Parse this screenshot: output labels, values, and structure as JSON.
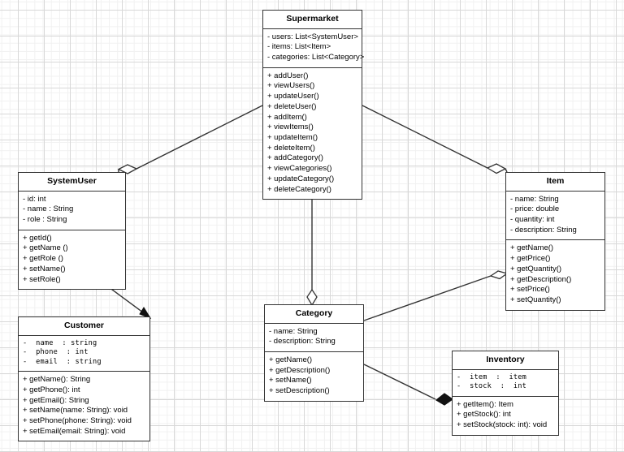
{
  "diagram": {
    "type": "uml-class-diagram",
    "title": "Supermarket System UML Class Diagram",
    "background": "#ffffff",
    "grid_color_major": "#d8d8d8",
    "grid_color_minor": "#f1f1f1",
    "stroke_color": "#333333"
  },
  "classes": {
    "supermarket": {
      "name": "Supermarket",
      "attributes": [
        "- users: List<SystemUser>",
        "- items: List<Item>",
        "- categories: List<Category>"
      ],
      "methods": [
        "+ addUser()",
        "+ viewUsers()",
        "+ updateUser()",
        "+ deleteUser()",
        "+ addItem()",
        "+ viewItems()",
        "+ updateItem()",
        "+ deleteItem()",
        "+ addCategory()",
        "+ viewCategories()",
        "+ updateCategory()",
        "+ deleteCategory()"
      ]
    },
    "systemuser": {
      "name": "SystemUser",
      "attributes": [
        "- id: int",
        "- name : String",
        "- role : String"
      ],
      "methods": [
        "+ getId()",
        "+ getName ()",
        "+ getRole ()",
        "+ setName()",
        "+ setRole()"
      ]
    },
    "item": {
      "name": "Item",
      "attributes": [
        "- name: String",
        "- price: double",
        "- quantity: int",
        "- description: String"
      ],
      "methods": [
        "+ getName()",
        "+ getPrice()",
        "+ getQuantity()",
        "+ getDescription()",
        "+ setPrice()",
        "+ setQuantity()"
      ]
    },
    "category": {
      "name": "Category",
      "attributes": [
        "- name: String",
        "- description: String"
      ],
      "methods": [
        "+ getName()",
        "+ getDescription()",
        "+ setName()",
        "+ setDescription()"
      ]
    },
    "customer": {
      "name": "Customer",
      "attributes": [
        "-  name  : string",
        "-  phone  : int",
        "-  email  : string"
      ],
      "methods": [
        "+ getName(): String",
        "+ getPhone(): int",
        "+ getEmail(): String",
        "+ setName(name: String): void",
        "+ setPhone(phone: String): void",
        "+ setEmail(email: String): void"
      ]
    },
    "inventory": {
      "name": "Inventory",
      "attributes": [
        "-  item  :  item",
        "-  stock  :  int"
      ],
      "methods": [
        "+ getItem(): Item",
        "+ getStock(): int",
        "+ setStock(stock: int): void"
      ]
    }
  },
  "relationships": [
    {
      "id": "supermarket-systemuser",
      "from": "Supermarket",
      "to": "SystemUser",
      "kind": "aggregation",
      "marker": "hollow-diamond",
      "marker_at": "SystemUser"
    },
    {
      "id": "supermarket-item",
      "from": "Supermarket",
      "to": "Item",
      "kind": "aggregation",
      "marker": "hollow-diamond",
      "marker_at": "Item"
    },
    {
      "id": "supermarket-category",
      "from": "Supermarket",
      "to": "Category",
      "kind": "aggregation",
      "marker": "hollow-diamond",
      "marker_at": "Category"
    },
    {
      "id": "systemuser-customer",
      "from": "SystemUser",
      "to": "Customer",
      "kind": "inheritance-arrow",
      "marker": "solid-arrowhead",
      "marker_at": "Customer"
    },
    {
      "id": "category-item",
      "from": "Category",
      "to": "Item",
      "kind": "aggregation",
      "marker": "hollow-diamond",
      "marker_at": "Item"
    },
    {
      "id": "category-inventory",
      "from": "Category",
      "to": "Inventory",
      "kind": "composition",
      "marker": "filled-diamond",
      "marker_at": "Inventory"
    }
  ]
}
